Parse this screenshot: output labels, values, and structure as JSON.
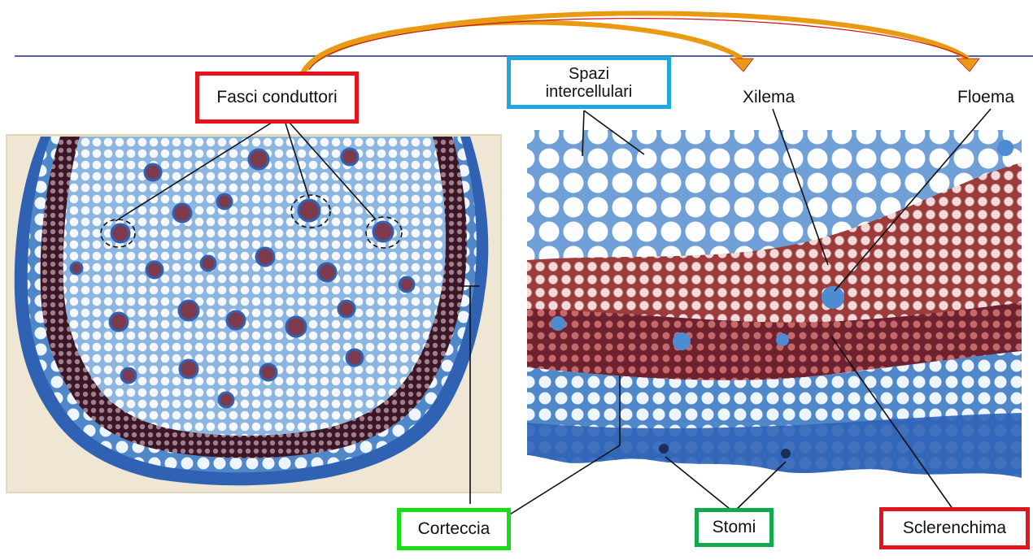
{
  "labels": {
    "fasci": "Fasci conduttori",
    "spazi": "Spazi intercellulari",
    "xilema": "Xilema",
    "floema": "Floema",
    "corteccia": "Corteccia",
    "stomi": "Stomi",
    "sclerenchima": "Sclerenchima"
  },
  "colors": {
    "red_box": "#e3141b",
    "blue_box": "#21a7e0",
    "green_box": "#16dd16",
    "dark_green_box": "#12a84b",
    "arrow_gold": "#e89b12",
    "arrow_red": "#c7161b",
    "rule_line": "#1b2a7c",
    "tissue_blue": "#3e86c8",
    "tissue_dark": "#5a2434",
    "tissue_red": "#a33d3d"
  }
}
